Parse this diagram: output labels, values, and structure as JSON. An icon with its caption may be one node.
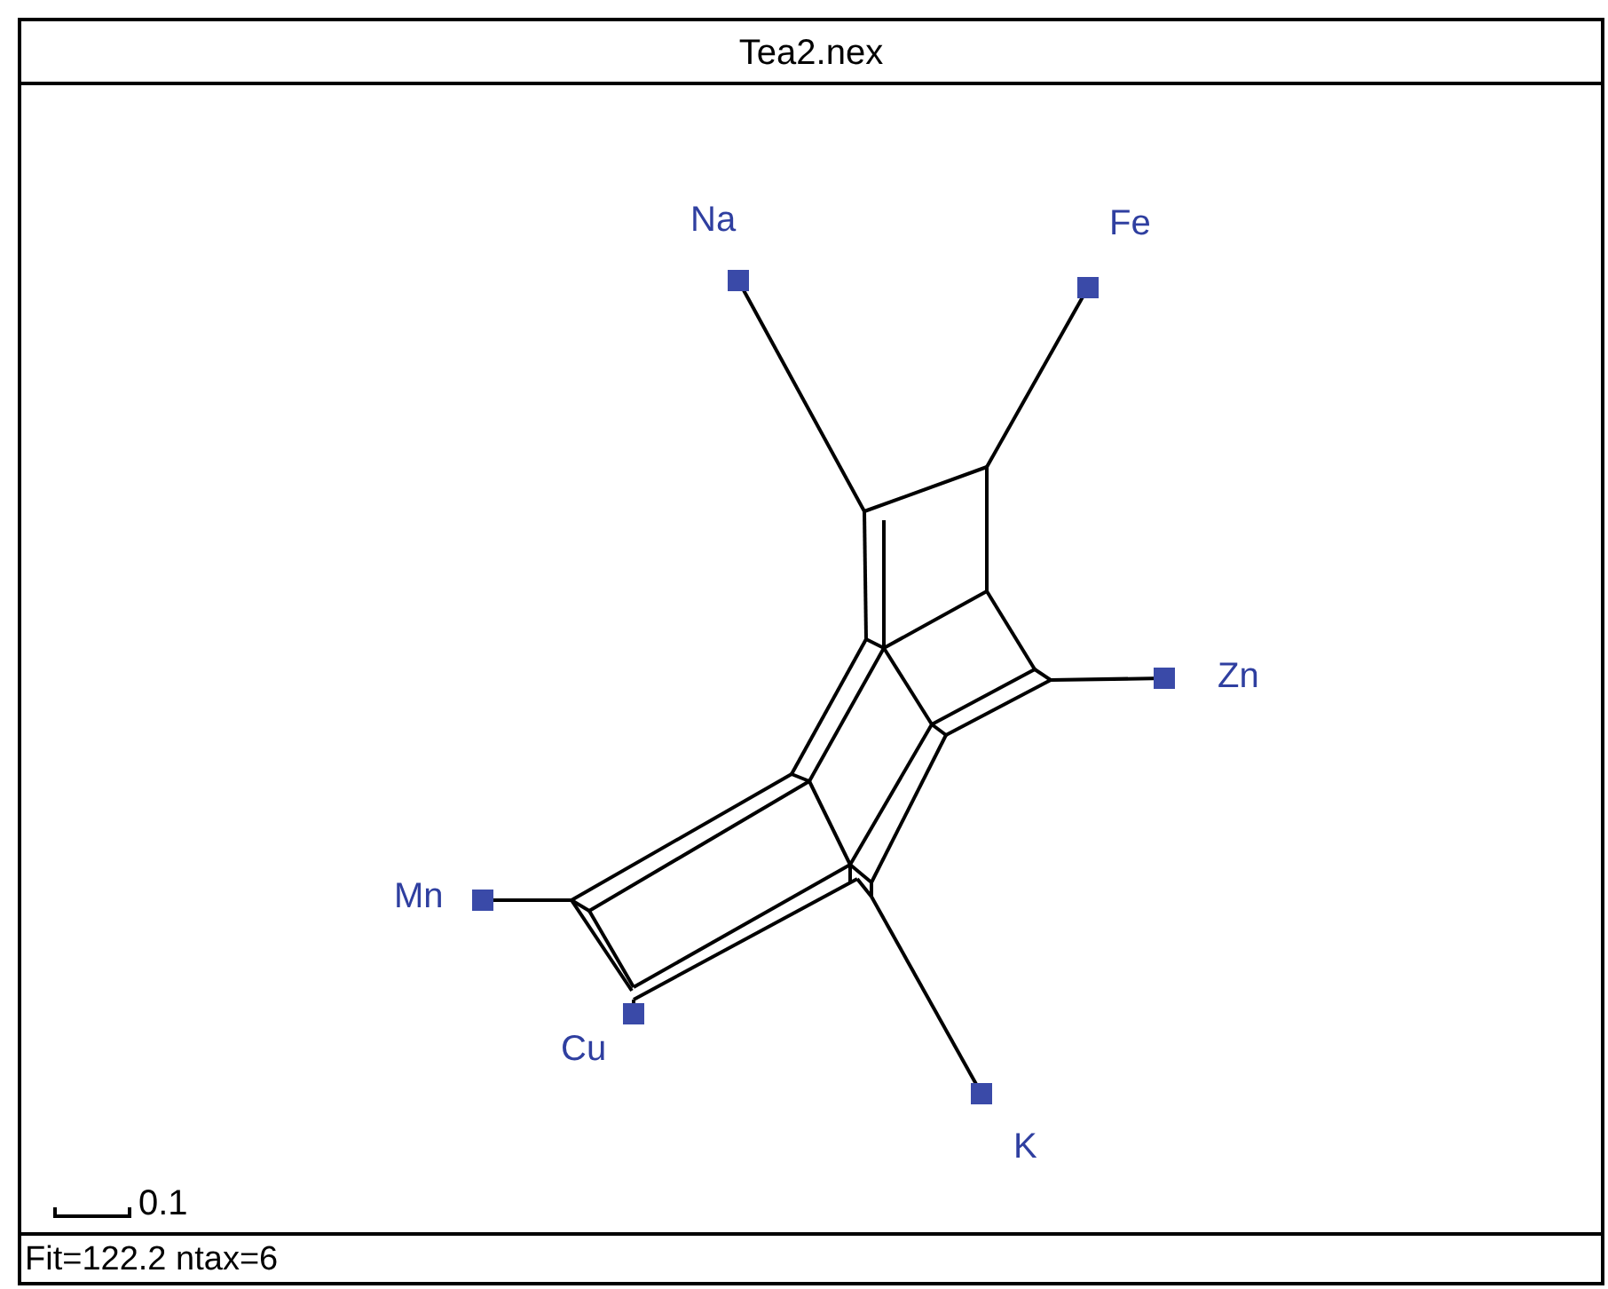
{
  "diagram": {
    "title": "Tea2.nex",
    "caption": "Fit=122.2 ntax=6",
    "labels": [
      "Na",
      "Fe",
      "Zn",
      "Mn",
      "Cu",
      "K",
      "0.1"
    ]
  }
}
